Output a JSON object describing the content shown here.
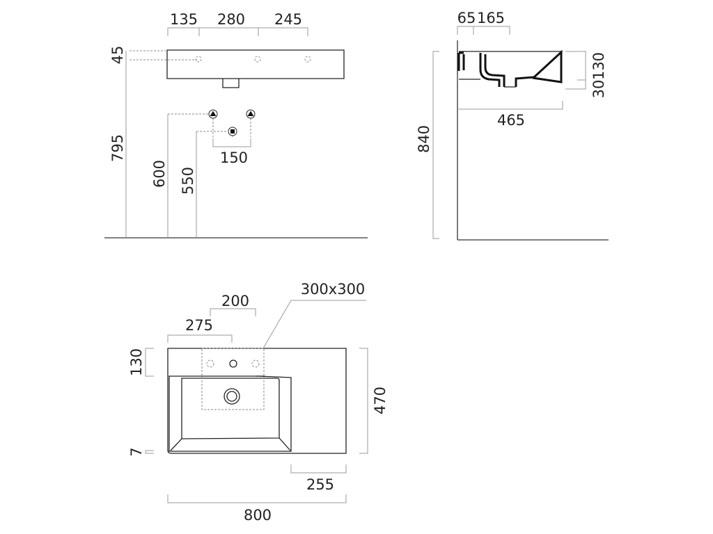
{
  "front_view": {
    "dims": {
      "top_1": "135",
      "top_2": "280",
      "top_3": "245",
      "rim": "45",
      "height": "795",
      "supply": "600",
      "waste": "550",
      "spacing": "150"
    }
  },
  "side_view": {
    "dims": {
      "back": "65",
      "bowl_start": "165",
      "depth": "465",
      "rim_height": "840",
      "bowl": "130",
      "base": "30"
    }
  },
  "plan_view": {
    "dims": {
      "tap_to_edge": "275",
      "tap_span": "200",
      "tap_zone": "300x300",
      "deck": "130",
      "width": "470",
      "front_lip": "7",
      "shelf": "255",
      "length": "800"
    }
  }
}
